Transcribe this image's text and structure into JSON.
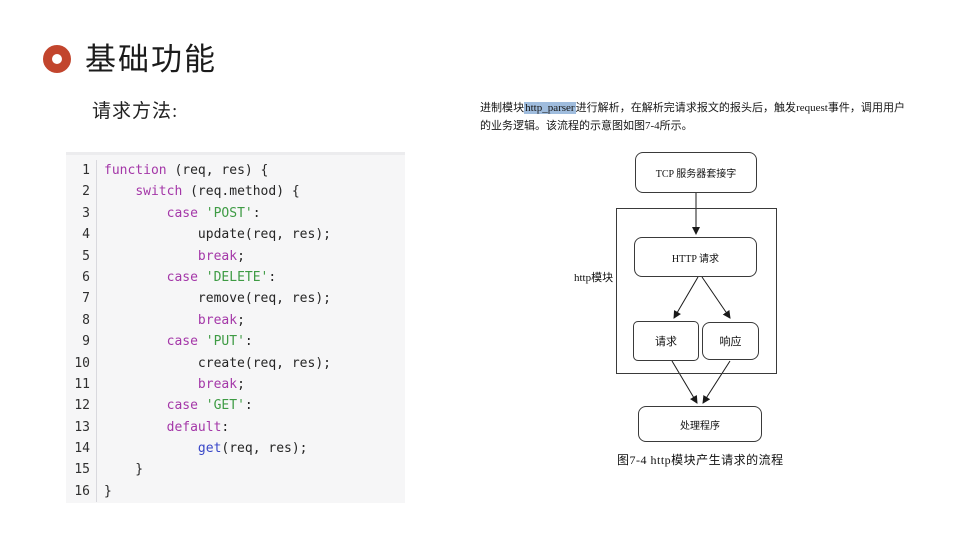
{
  "slide": {
    "title": "基础功能",
    "subtitle": "请求方法:",
    "accent_color": "#c2452d"
  },
  "code_block": {
    "colors": {
      "kw": "#a437a8",
      "str": "#3e9b44",
      "fn": "#3947c8",
      "pl": "#262626"
    },
    "lines": [
      {
        "num": "1",
        "tokens": [
          {
            "t": "function",
            "c": "kw"
          },
          {
            "t": " (req, res) {",
            "c": "pl"
          }
        ]
      },
      {
        "num": "2",
        "tokens": [
          {
            "t": "    ",
            "c": "pl"
          },
          {
            "t": "switch",
            "c": "kw"
          },
          {
            "t": " (req.method) {",
            "c": "pl"
          }
        ]
      },
      {
        "num": "3",
        "tokens": [
          {
            "t": "        ",
            "c": "pl"
          },
          {
            "t": "case",
            "c": "kw"
          },
          {
            "t": " ",
            "c": "pl"
          },
          {
            "t": "'POST'",
            "c": "str"
          },
          {
            "t": ":",
            "c": "pl"
          }
        ]
      },
      {
        "num": "4",
        "tokens": [
          {
            "t": "            update(req, res);",
            "c": "pl"
          }
        ]
      },
      {
        "num": "5",
        "tokens": [
          {
            "t": "            ",
            "c": "pl"
          },
          {
            "t": "break",
            "c": "kw"
          },
          {
            "t": ";",
            "c": "pl"
          }
        ]
      },
      {
        "num": "6",
        "tokens": [
          {
            "t": "        ",
            "c": "pl"
          },
          {
            "t": "case",
            "c": "kw"
          },
          {
            "t": " ",
            "c": "pl"
          },
          {
            "t": "'DELETE'",
            "c": "str"
          },
          {
            "t": ":",
            "c": "pl"
          }
        ]
      },
      {
        "num": "7",
        "tokens": [
          {
            "t": "            remove(req, res);",
            "c": "pl"
          }
        ]
      },
      {
        "num": "8",
        "tokens": [
          {
            "t": "            ",
            "c": "pl"
          },
          {
            "t": "break",
            "c": "kw"
          },
          {
            "t": ";",
            "c": "pl"
          }
        ]
      },
      {
        "num": "9",
        "tokens": [
          {
            "t": "        ",
            "c": "pl"
          },
          {
            "t": "case",
            "c": "kw"
          },
          {
            "t": " ",
            "c": "pl"
          },
          {
            "t": "'PUT'",
            "c": "str"
          },
          {
            "t": ":",
            "c": "pl"
          }
        ]
      },
      {
        "num": "10",
        "tokens": [
          {
            "t": "            create(req, res);",
            "c": "pl"
          }
        ]
      },
      {
        "num": "11",
        "tokens": [
          {
            "t": "            ",
            "c": "pl"
          },
          {
            "t": "break",
            "c": "kw"
          },
          {
            "t": ";",
            "c": "pl"
          }
        ]
      },
      {
        "num": "12",
        "tokens": [
          {
            "t": "        ",
            "c": "pl"
          },
          {
            "t": "case",
            "c": "kw"
          },
          {
            "t": " ",
            "c": "pl"
          },
          {
            "t": "'GET'",
            "c": "str"
          },
          {
            "t": ":",
            "c": "pl"
          }
        ]
      },
      {
        "num": "13",
        "tokens": [
          {
            "t": "        ",
            "c": "pl"
          },
          {
            "t": "default",
            "c": "kw"
          },
          {
            "t": ":",
            "c": "pl"
          }
        ]
      },
      {
        "num": "14",
        "tokens": [
          {
            "t": "            ",
            "c": "pl"
          },
          {
            "t": "get",
            "c": "fn"
          },
          {
            "t": "(req, res);",
            "c": "pl"
          }
        ]
      },
      {
        "num": "15",
        "tokens": [
          {
            "t": "    }",
            "c": "pl"
          }
        ]
      },
      {
        "num": "16",
        "tokens": [
          {
            "t": "}",
            "c": "pl"
          }
        ]
      }
    ]
  },
  "paragraph": {
    "text_before": "进制模块",
    "highlighted": "http_parser",
    "text_after": "进行解析，在解析完请求报文的报头后，触发request事件，调用用户的业务逻辑。该流程的示意图如图7-4所示。",
    "highlight_color": "#9fbcdd"
  },
  "diagram": {
    "module_label": "http模块",
    "tcp_box": "TCP 服务器套接字",
    "http_request_box": "HTTP 请求",
    "request_box": "请求",
    "response_box": "响应",
    "handler_box": "处理程序",
    "caption": "图7-4  http模块产生请求的流程"
  }
}
